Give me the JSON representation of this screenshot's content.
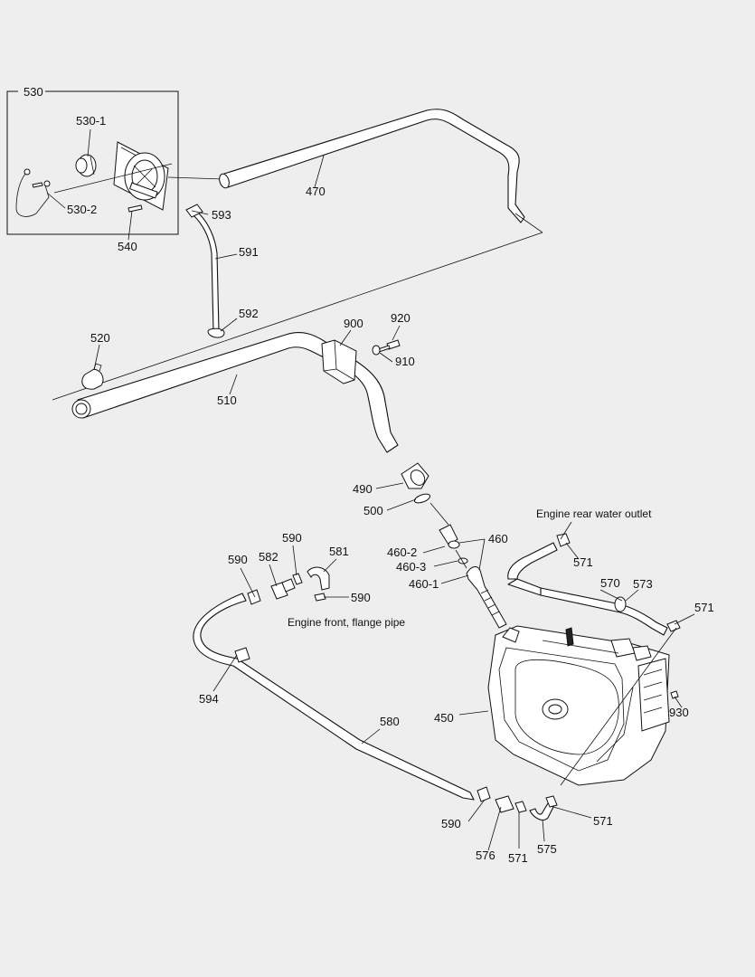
{
  "callouts": {
    "c530": "530",
    "c530_1": "530-1",
    "c530_2": "530-2",
    "c540": "540",
    "c593": "593",
    "c470": "470",
    "c591": "591",
    "c592": "592",
    "c520": "520",
    "c510": "510",
    "c900": "900",
    "c920": "920",
    "c910": "910",
    "c490": "490",
    "c500": "500",
    "c460": "460",
    "c460_2": "460-2",
    "c460_3": "460-3",
    "c460_1": "460-1",
    "c590a": "590",
    "c582": "582",
    "c590b": "590",
    "c581": "581",
    "c590c": "590",
    "c571a": "571",
    "c570": "570",
    "c573": "573",
    "c571b": "571",
    "c594": "594",
    "c450": "450",
    "c930": "930",
    "c580": "580",
    "c590d": "590",
    "c576": "576",
    "c571c": "571",
    "c575": "575",
    "c571d": "571"
  },
  "notes": {
    "engine_rear": "Engine rear water outlet",
    "engine_front": "Engine front, flange pipe"
  },
  "colors": {
    "background": "#eeeeee",
    "line": "#111111",
    "fill": "#ffffff"
  }
}
